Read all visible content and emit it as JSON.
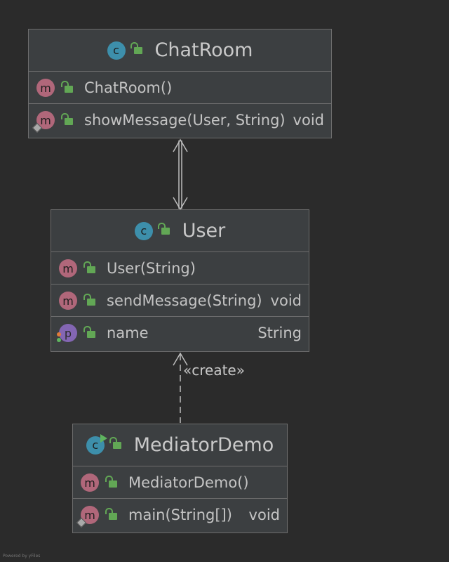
{
  "classes": {
    "chatroom": {
      "name": "ChatRoom",
      "members": [
        {
          "name": "ChatRoom()",
          "type": ""
        },
        {
          "name": "showMessage(User, String)",
          "type": "void"
        }
      ]
    },
    "user": {
      "name": "User",
      "members": [
        {
          "name": "User(String)",
          "type": ""
        },
        {
          "name": "sendMessage(String)",
          "type": "void"
        },
        {
          "name": "name",
          "type": "String"
        }
      ]
    },
    "mediator": {
      "name": "MediatorDemo",
      "members": [
        {
          "name": "MediatorDemo()",
          "type": ""
        },
        {
          "name": "main(String[])",
          "type": "void"
        }
      ]
    }
  },
  "badges": {
    "class": "c",
    "method": "m",
    "property": "p"
  },
  "edges": {
    "create_label": "«create»"
  },
  "footer": "Powered by yFiles",
  "colors": {
    "background": "#2b2b2b",
    "node_fill": "#3c3f41",
    "class_badge": "#3d8fab",
    "method_badge": "#b0677a",
    "property_badge": "#8366b3",
    "public_lock": "#62a755"
  }
}
